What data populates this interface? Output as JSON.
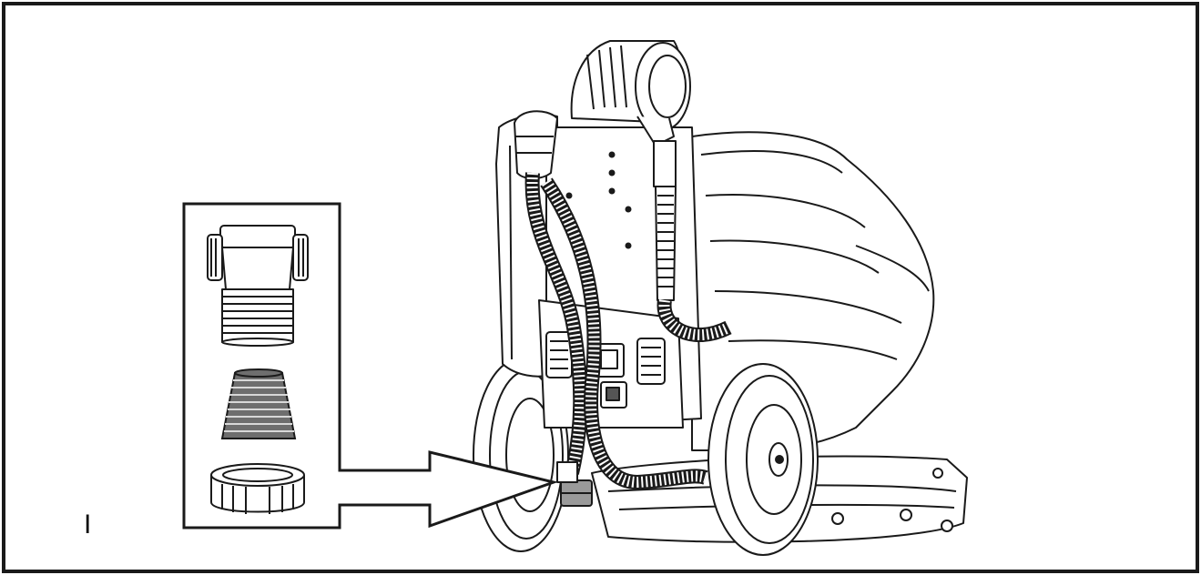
{
  "figure": {
    "label": "I"
  },
  "parts": [
    {
      "id": "hose-coupling",
      "icon": "threaded-coupling"
    },
    {
      "id": "hose-cone",
      "icon": "ribbed-cone"
    },
    {
      "id": "ring-nut",
      "icon": "knurled-ring-nut"
    }
  ],
  "colors": {
    "line": "#1a1a1a",
    "highlight": "#9a9a9a",
    "cone-fill": "#6e6e6e",
    "background": "#ffffff"
  }
}
